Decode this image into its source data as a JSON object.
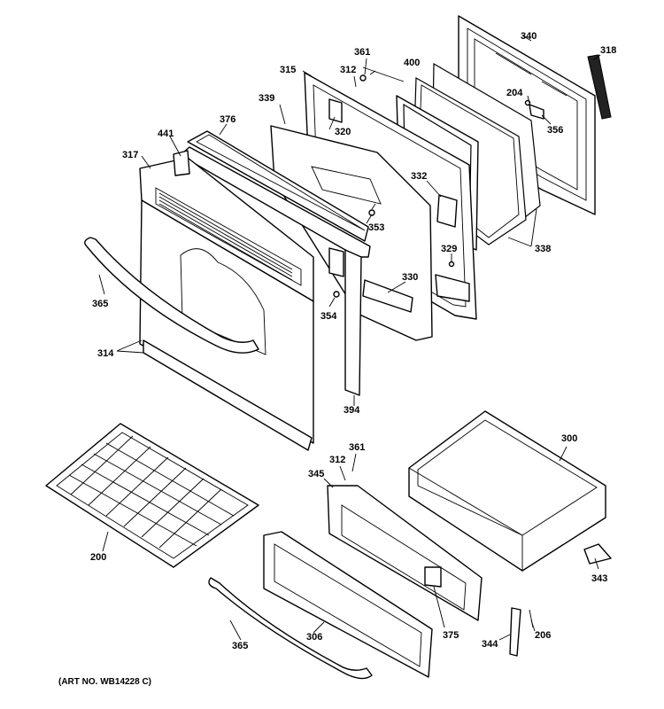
{
  "art_number": "(ART NO. WB14228 C)",
  "parts": {
    "p340": "340",
    "p318": "318",
    "p361a": "361",
    "p312a": "312",
    "p315": "315",
    "p400": "400",
    "p204": "204",
    "p339": "339",
    "p376": "376",
    "p320": "320",
    "p356": "356",
    "p441": "441",
    "p317": "317",
    "p332": "332",
    "p353": "353",
    "p338": "338",
    "p329": "329",
    "p365a": "365",
    "p330": "330",
    "p354": "354",
    "p314": "314",
    "p394": "394",
    "p300": "300",
    "p361b": "361",
    "p312b": "312",
    "p345": "345",
    "p200": "200",
    "p343": "343",
    "p306": "306",
    "p375": "375",
    "p344": "344",
    "p206": "206",
    "p365b": "365"
  }
}
